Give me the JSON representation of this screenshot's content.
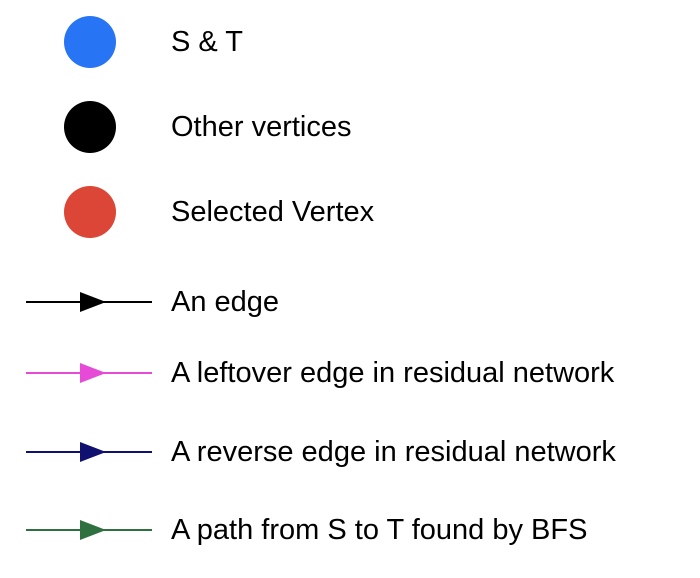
{
  "legend": {
    "items": [
      {
        "kind": "circle",
        "color": "#2775f5",
        "label": "S & T",
        "icon": "blue-circle"
      },
      {
        "kind": "circle",
        "color": "#000000",
        "label": "Other vertices",
        "icon": "black-circle"
      },
      {
        "kind": "circle",
        "color": "#dc4636",
        "label": "Selected Vertex",
        "icon": "red-circle"
      },
      {
        "kind": "arrow",
        "color": "#000000",
        "label": "An edge",
        "icon": "black-arrow"
      },
      {
        "kind": "arrow",
        "color": "#e64ad6",
        "label": "A leftover edge in residual network",
        "icon": "magenta-arrow"
      },
      {
        "kind": "arrow",
        "color": "#101070",
        "label": "A reverse edge in residual network",
        "icon": "navy-arrow"
      },
      {
        "kind": "arrow",
        "color": "#2e7040",
        "label": "A path from S to T found by BFS",
        "icon": "green-arrow"
      }
    ]
  }
}
